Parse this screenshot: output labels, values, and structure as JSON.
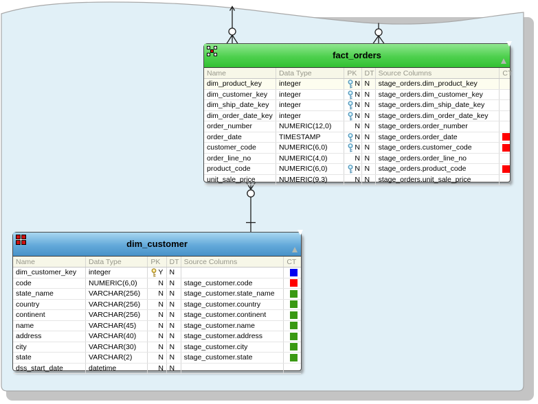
{
  "palette": {
    "red": "#ff0000",
    "green": "#3a9913",
    "blue": "#0000f0",
    "blueKeyFill": "#b9e6f6",
    "blueKeyStroke": "#3d85ad",
    "goldKeyFill": "#f2da74",
    "goldKeyStroke": "#9e7d1c"
  },
  "canvas": {
    "background": "#e1f0f7",
    "shadow": "#c4c4c4",
    "border": "#a8a8a8",
    "connector_color": "#1c1c1c"
  },
  "tables": [
    {
      "title": "fact_orders",
      "icon": "fact-table-icon",
      "header_top_color": "#90e690",
      "header_mid_color": "#4ed04e",
      "header_bottom_color": "#32c032",
      "columns": [
        "Name",
        "Data Type",
        "PK",
        "DT",
        "Source Columns",
        "CT"
      ],
      "rows": [
        {
          "name": "dim_product_key",
          "data_type": "integer",
          "key": "blue",
          "pk": "N",
          "dt": "N",
          "source": "stage_orders.dim_product_key",
          "ct": "",
          "highlight": true
        },
        {
          "name": "dim_customer_key",
          "data_type": "integer",
          "key": "blue",
          "pk": "N",
          "dt": "N",
          "source": "stage_orders.dim_customer_key",
          "ct": ""
        },
        {
          "name": "dim_ship_date_key",
          "data_type": "integer",
          "key": "blue",
          "pk": "N",
          "dt": "N",
          "source": "stage_orders.dim_ship_date_key",
          "ct": ""
        },
        {
          "name": "dim_order_date_key",
          "data_type": "integer",
          "key": "blue",
          "pk": "N",
          "dt": "N",
          "source": "stage_orders.dim_order_date_key",
          "ct": ""
        },
        {
          "name": "order_number",
          "data_type": "NUMERIC(12,0)",
          "key": "",
          "pk": "N",
          "dt": "N",
          "source": "stage_orders.order_number",
          "ct": ""
        },
        {
          "name": "order_date",
          "data_type": "TIMESTAMP",
          "key": "blue",
          "pk": "N",
          "dt": "N",
          "source": "stage_orders.order_date",
          "ct": "red"
        },
        {
          "name": "customer_code",
          "data_type": "NUMERIC(6,0)",
          "key": "blue",
          "pk": "N",
          "dt": "N",
          "source": "stage_orders.customer_code",
          "ct": "red"
        },
        {
          "name": "order_line_no",
          "data_type": "NUMERIC(4,0)",
          "key": "",
          "pk": "N",
          "dt": "N",
          "source": "stage_orders.order_line_no",
          "ct": ""
        },
        {
          "name": "product_code",
          "data_type": "NUMERIC(6,0)",
          "key": "blue",
          "pk": "N",
          "dt": "N",
          "source": "stage_orders.product_code",
          "ct": "red"
        },
        {
          "name": "unit_sale_price",
          "data_type": "NUMERIC(9,3)",
          "key": "",
          "pk": "N",
          "dt": "N",
          "source": "stage_orders.unit_sale_price",
          "ct": ""
        }
      ]
    },
    {
      "title": "dim_customer",
      "icon": "dimension-table-icon",
      "header_top_color": "#a9d7f0",
      "header_mid_color": "#63a9da",
      "header_bottom_color": "#4892c8",
      "columns": [
        "Name",
        "Data Type",
        "PK",
        "DT",
        "Source Columns",
        "CT"
      ],
      "rows": [
        {
          "name": "dim_customer_key",
          "data_type": "integer",
          "key": "gold",
          "pk": "Y",
          "dt": "N",
          "source": "",
          "ct": "blue"
        },
        {
          "name": "code",
          "data_type": "NUMERIC(6,0)",
          "key": "",
          "pk": "N",
          "dt": "N",
          "source": "stage_customer.code",
          "ct": "red"
        },
        {
          "name": "state_name",
          "data_type": "VARCHAR(256)",
          "key": "",
          "pk": "N",
          "dt": "N",
          "source": "stage_customer.state_name",
          "ct": "green"
        },
        {
          "name": "country",
          "data_type": "VARCHAR(256)",
          "key": "",
          "pk": "N",
          "dt": "N",
          "source": "stage_customer.country",
          "ct": "green"
        },
        {
          "name": "continent",
          "data_type": "VARCHAR(256)",
          "key": "",
          "pk": "N",
          "dt": "N",
          "source": "stage_customer.continent",
          "ct": "green"
        },
        {
          "name": "name",
          "data_type": "VARCHAR(45)",
          "key": "",
          "pk": "N",
          "dt": "N",
          "source": "stage_customer.name",
          "ct": "green"
        },
        {
          "name": "address",
          "data_type": "VARCHAR(40)",
          "key": "",
          "pk": "N",
          "dt": "N",
          "source": "stage_customer.address",
          "ct": "green"
        },
        {
          "name": "city",
          "data_type": "VARCHAR(30)",
          "key": "",
          "pk": "N",
          "dt": "N",
          "source": "stage_customer.city",
          "ct": "green"
        },
        {
          "name": "state",
          "data_type": "VARCHAR(2)",
          "key": "",
          "pk": "N",
          "dt": "N",
          "source": "stage_customer.state",
          "ct": "green"
        },
        {
          "name": "dss_start_date",
          "data_type": "datetime",
          "key": "",
          "pk": "N",
          "dt": "N",
          "source": "",
          "ct": ""
        }
      ]
    }
  ],
  "connectors": [
    {
      "id": "relationship-top-left",
      "fact_end": "zero-or-many",
      "other_end": "off-canvas-above"
    },
    {
      "id": "relationship-top-right",
      "fact_end": "zero-or-many",
      "other_end": "off-canvas-above"
    },
    {
      "id": "relationship-fact-orders-dim-customer",
      "fact_end": "zero-or-many",
      "dim_end": "one"
    }
  ]
}
